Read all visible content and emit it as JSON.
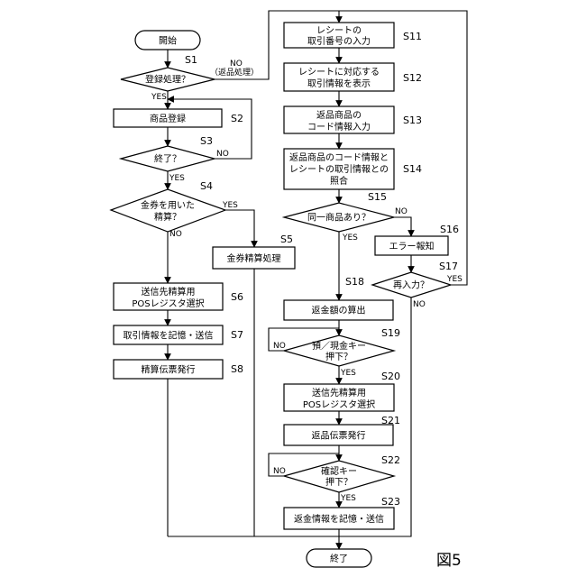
{
  "figure_label": "図5",
  "steps": {
    "start": {
      "text": "開始"
    },
    "s1": {
      "id": "S1",
      "text": "登録処理？"
    },
    "s2": {
      "id": "S2",
      "text": "商品登録"
    },
    "s3": {
      "id": "S3",
      "text": "終了？"
    },
    "s4": {
      "id": "S4",
      "lines": [
        "金券を用いた",
        "精算？"
      ]
    },
    "s5": {
      "id": "S5",
      "text": "金券精算処理"
    },
    "s6": {
      "id": "S6",
      "lines": [
        "送信先精算用",
        "POSレジスタ選択"
      ]
    },
    "s7": {
      "id": "S7",
      "text": "取引情報を記憶・送信"
    },
    "s8": {
      "id": "S8",
      "text": "精算伝票発行"
    },
    "s11": {
      "id": "S11",
      "lines": [
        "レシートの",
        "取引番号の入力"
      ]
    },
    "s12": {
      "id": "S12",
      "lines": [
        "レシートに対応する",
        "取引情報を表示"
      ]
    },
    "s13": {
      "id": "S13",
      "lines": [
        "返品商品の",
        "コード情報入力"
      ]
    },
    "s14": {
      "id": "S14",
      "lines": [
        "返品商品のコード情報と",
        "レシートの取引情報との",
        "照合"
      ]
    },
    "s15": {
      "id": "S15",
      "text": "同一商品あり？"
    },
    "s16": {
      "id": "S16",
      "text": "エラー報知"
    },
    "s17": {
      "id": "S17",
      "text": "再入力？"
    },
    "s18": {
      "id": "S18",
      "text": "返金額の算出"
    },
    "s19": {
      "id": "S19",
      "lines": [
        "預／現金キー",
        "押下？"
      ]
    },
    "s20": {
      "id": "S20",
      "lines": [
        "送信先精算用",
        "POSレジスタ選択"
      ]
    },
    "s21": {
      "id": "S21",
      "text": "返品伝票発行"
    },
    "s22": {
      "id": "S22",
      "lines": [
        "確認キー",
        "押下？"
      ]
    },
    "s23": {
      "id": "S23",
      "text": "返金情報を記憶・送信"
    },
    "end": {
      "text": "終了"
    }
  },
  "edge_labels": {
    "s1_yes": "YES",
    "s1_no": "NO",
    "s1_no_note": "（返品処理）",
    "s3_yes": "YES",
    "s3_no": "NO",
    "s4_yes": "YES",
    "s4_no": "NO",
    "s15_yes": "YES",
    "s15_no": "NO",
    "s17_yes": "YES",
    "s17_no": "NO",
    "s19_yes": "YES",
    "s19_no": "NO",
    "s22_yes": "YES",
    "s22_no": "NO"
  }
}
